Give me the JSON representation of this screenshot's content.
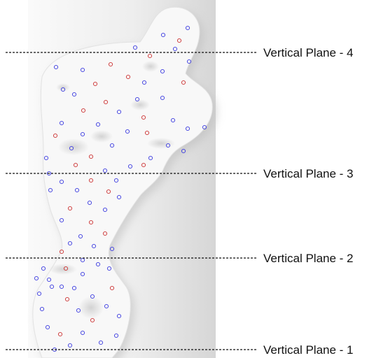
{
  "planes": [
    {
      "label": "Vertical Plane - 4"
    },
    {
      "label": "Vertical Plane - 3"
    },
    {
      "label": "Vertical Plane - 2"
    },
    {
      "label": "Vertical Plane - 1"
    }
  ],
  "colors": {
    "background_panel": "#e6e6e6",
    "shape_fill": "#f8f8f8",
    "marker_blue": "#3c3ce0",
    "marker_red": "#cc3333",
    "plane_line": "#111111"
  }
}
